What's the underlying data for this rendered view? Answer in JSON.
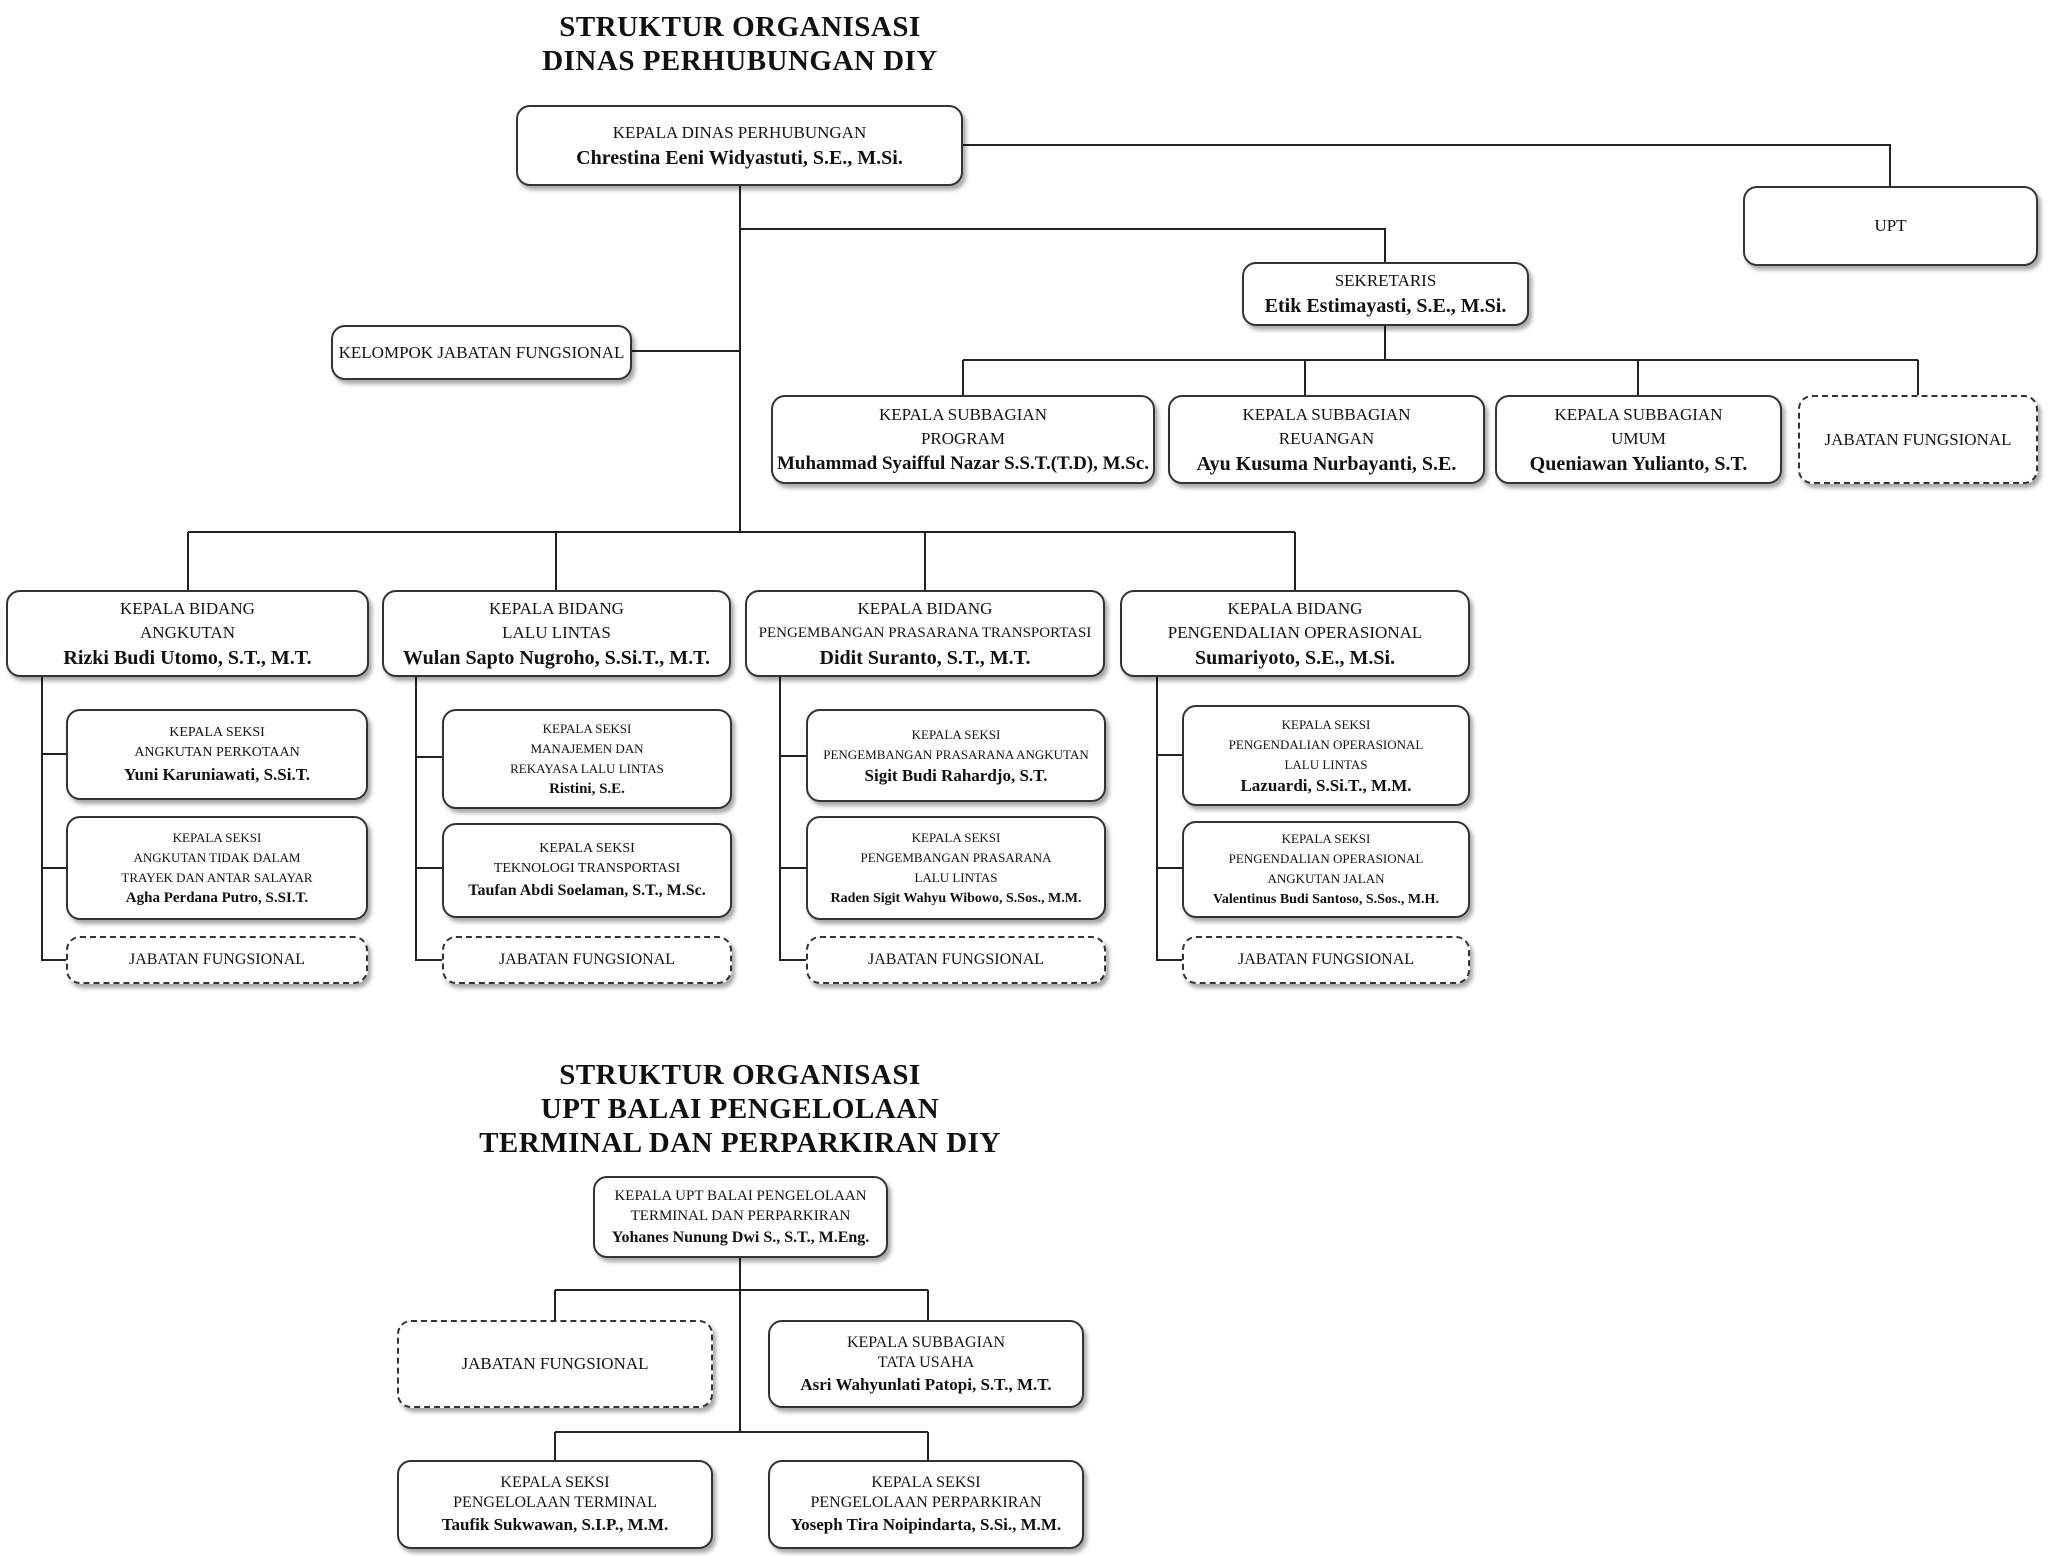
{
  "titles": {
    "main": [
      "STRUKTUR ORGANISASI",
      "DINAS PERHUBUNGAN DIY"
    ],
    "upt": [
      "STRUKTUR ORGANISASI",
      "UPT BALAI PENGELOLAAN",
      "TERMINAL DAN PERPARKIRAN DIY"
    ]
  },
  "kepala_dinas": {
    "title": "KEPALA DINAS PERHUBUNGAN",
    "name": "Chrestina Eeni Widyastuti, S.E., M.Si."
  },
  "upt_box": {
    "title": "UPT"
  },
  "kelompok_jf": {
    "title": "KELOMPOK JABATAN FUNGSIONAL"
  },
  "sekretaris": {
    "title": "SEKRETARIS",
    "name": "Etik Estimayasti, S.E., M.Si."
  },
  "subbagian": [
    {
      "title": [
        "KEPALA SUBBAGIAN",
        "PROGRAM"
      ],
      "name": "Muhammad Syaifful Nazar S.S.T.(T.D), M.Sc."
    },
    {
      "title": [
        "KEPALA SUBBAGIAN",
        "REUANGAN"
      ],
      "name": "Ayu Kusuma Nurbayanti, S.E."
    },
    {
      "title": [
        "KEPALA SUBBAGIAN",
        "UMUM"
      ],
      "name": "Queniawan Yulianto, S.T."
    }
  ],
  "jabatan_fungsional": "JABATAN FUNGSIONAL",
  "bidang": [
    {
      "title": [
        "KEPALA BIDANG",
        "ANGKUTAN"
      ],
      "name": "Rizki Budi Utomo, S.T., M.T.",
      "seksi": [
        {
          "title": [
            "KEPALA SEKSI",
            "ANGKUTAN PERKOTAAN"
          ],
          "name": "Yuni Karuniawati, S.Si.T."
        },
        {
          "title": [
            "KEPALA SEKSI",
            "ANGKUTAN TIDAK DALAM",
            "TRAYEK DAN ANTAR SALAYAR"
          ],
          "name": "Agha Perdana Putro, S.SI.T."
        }
      ]
    },
    {
      "title": [
        "KEPALA BIDANG",
        "LALU LINTAS"
      ],
      "name": "Wulan Sapto Nugroho, S.Si.T., M.T.",
      "seksi": [
        {
          "title": [
            "KEPALA SEKSI",
            "MANAJEMEN DAN",
            "REKAYASA LALU LINTAS"
          ],
          "name": "Ristini, S.E."
        },
        {
          "title": [
            "KEPALA SEKSI",
            "TEKNOLOGI TRANSPORTASI"
          ],
          "name": "Taufan Abdi Soelaman, S.T., M.Sc."
        }
      ]
    },
    {
      "title": [
        "KEPALA BIDANG",
        "PENGEMBANGAN PRASARANA TRANSPORTASI"
      ],
      "name": "Didit Suranto, S.T., M.T.",
      "seksi": [
        {
          "title": [
            "KEPALA SEKSI",
            "PENGEMBANGAN PRASARANA ANGKUTAN"
          ],
          "name": "Sigit Budi Rahardjo, S.T."
        },
        {
          "title": [
            "KEPALA SEKSI",
            "PENGEMBANGAN PRASARANA",
            "LALU LINTAS"
          ],
          "name": "Raden Sigit Wahyu Wibowo, S.Sos., M.M."
        }
      ]
    },
    {
      "title": [
        "KEPALA BIDANG",
        "PENGENDALIAN OPERASIONAL"
      ],
      "name": "Sumariyoto, S.E., M.Si.",
      "seksi": [
        {
          "title": [
            "KEPALA SEKSI",
            "PENGENDALIAN OPERASIONAL",
            "LALU LINTAS"
          ],
          "name": "Lazuardi, S.Si.T., M.M."
        },
        {
          "title": [
            "KEPALA SEKSI",
            "PENGENDALIAN OPERASIONAL",
            "ANGKUTAN JALAN"
          ],
          "name": "Valentinus Budi Santoso, S.Sos., M.H."
        }
      ]
    }
  ],
  "upt_chart": {
    "kepala": {
      "title": [
        "KEPALA UPT BALAI PENGELOLAAN",
        "TERMINAL DAN PERPARKIRAN"
      ],
      "name": "Yohanes Nunung Dwi S., S.T., M.Eng."
    },
    "subbagian": {
      "title": [
        "KEPALA SUBBAGIAN",
        "TATA USAHA"
      ],
      "name": "Asri Wahyunlati Patopi, S.T., M.T."
    },
    "seksi": [
      {
        "title": [
          "KEPALA SEKSI",
          "PENGELOLAAN TERMINAL"
        ],
        "name": "Taufik Sukwawan, S.I.P., M.M."
      },
      {
        "title": [
          "KEPALA SEKSI",
          "PENGELOLAAN PERPARKIRAN"
        ],
        "name": "Yoseph Tira Noipindarta, S.Si., M.M."
      }
    ]
  }
}
